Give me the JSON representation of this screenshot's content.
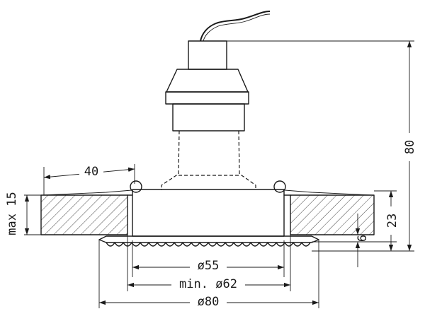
{
  "dimensions": {
    "ceiling_offset": "40",
    "max_ceiling": "max 15",
    "total_height": "80",
    "recess_depth": "23",
    "flange_thickness": "6",
    "light_diameter": "ø55",
    "cutout_diameter": "min. ø62",
    "outer_diameter": "ø80"
  }
}
